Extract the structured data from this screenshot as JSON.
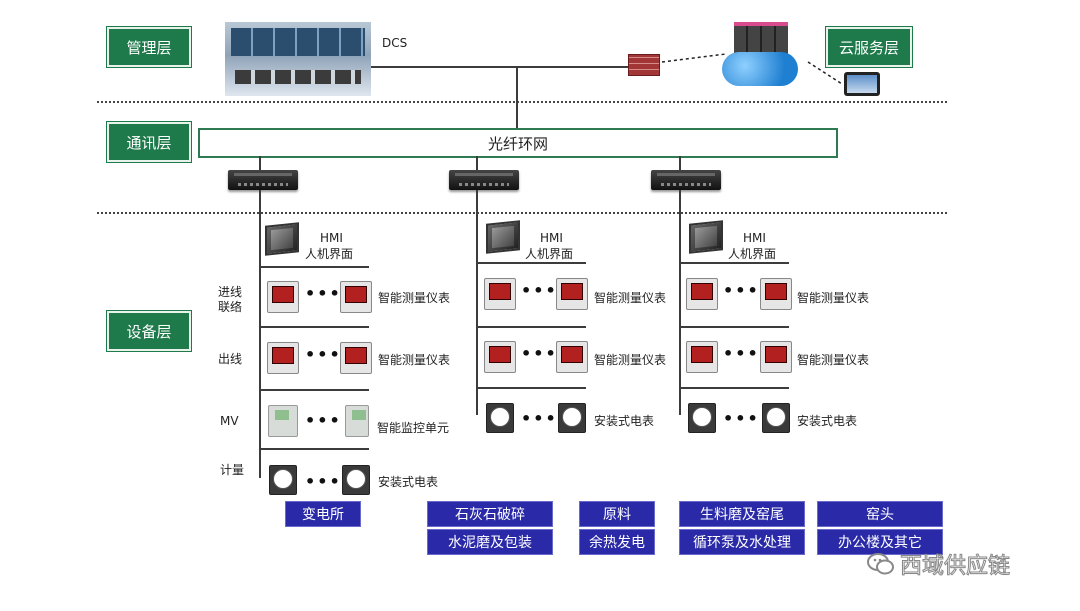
{
  "layers": {
    "management": "管理层",
    "communication": "通讯层",
    "device": "设备层",
    "cloud": "云服务层"
  },
  "dcs_label": "DCS",
  "ring_label": "光纤环网",
  "col1": {
    "hmi_top": "HMI",
    "hmi_bottom": "人机界面",
    "row_labels": [
      "进线",
      "联络",
      "出线",
      "MV",
      "计量"
    ],
    "device_labels": [
      "智能测量仪表",
      "智能测量仪表",
      "智能监控单元",
      "安装式电表"
    ]
  },
  "col2": {
    "hmi_top": "HMI",
    "hmi_bottom": "人机界面",
    "device_labels": [
      "智能测量仪表",
      "智能测量仪表",
      "安装式电表"
    ]
  },
  "col3": {
    "hmi_top": "HMI",
    "hmi_bottom": "人机界面",
    "device_labels": [
      "智能测量仪表",
      "智能测量仪表",
      "安装式电表"
    ]
  },
  "dots": "•••",
  "buttons": [
    "变电所",
    "石灰石破碎",
    "水泥磨及包装",
    "原料",
    "余热发电",
    "生料磨及窑尾",
    "循环泵及水处理",
    "窑头",
    "办公楼及其它"
  ],
  "watermark": "西域供应链",
  "colors": {
    "layer_green": "#1e7a4a",
    "button_blue": "#2a2aa8"
  },
  "icons": [
    "control-room-image",
    "firewall-icon",
    "cloud-server-icon",
    "tablet-icon",
    "switch-icon",
    "hmi-icon",
    "meter-icon",
    "dial-meter-icon",
    "monitor-unit-icon",
    "wechat-icon"
  ]
}
